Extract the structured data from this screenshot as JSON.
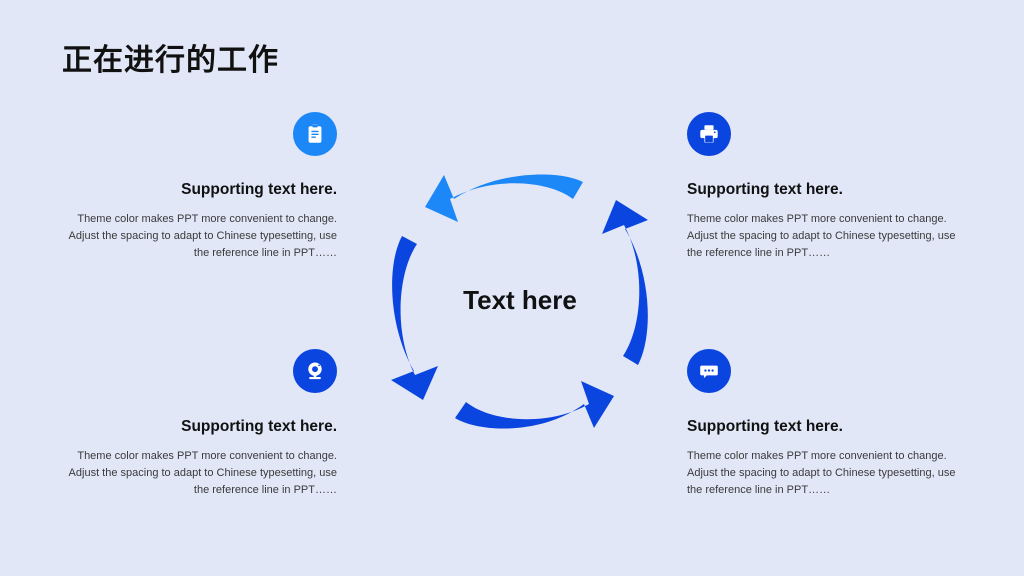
{
  "slide": {
    "title": "正在进行的工作",
    "background_color": "#e2e7f8"
  },
  "center": {
    "label": "Text here",
    "arrow_color_light": "#1c87f7",
    "arrow_color_dark": "#0b45e0",
    "flow": "counter-clockwise"
  },
  "quadrants": [
    {
      "position": "top-left",
      "icon": "clipboard-icon",
      "icon_circle_color": "#1c87f7",
      "heading": "Supporting text here.",
      "body_lines": [
        "Theme color makes PPT more convenient to change.",
        "Adjust the spacing to adapt to Chinese typesetting, use",
        "the reference line in PPT……"
      ]
    },
    {
      "position": "top-right",
      "icon": "printer-icon",
      "icon_circle_color": "#0b45e0",
      "heading": "Supporting text here.",
      "body_lines": [
        "Theme color makes PPT more convenient to change.",
        "Adjust the spacing to adapt to Chinese typesetting, use",
        "the reference line in PPT……"
      ]
    },
    {
      "position": "bottom-left",
      "icon": "webcam-icon",
      "icon_circle_color": "#0b45e0",
      "heading": "Supporting text here.",
      "body_lines": [
        "Theme color makes PPT more convenient to change.",
        "Adjust the spacing to adapt to Chinese typesetting, use",
        "the reference line in PPT……"
      ]
    },
    {
      "position": "bottom-right",
      "icon": "chat-bubble-icon",
      "icon_circle_color": "#0b45e0",
      "heading": "Supporting text here.",
      "body_lines": [
        "Theme color makes PPT more convenient to change.",
        "Adjust the spacing to adapt to Chinese typesetting, use",
        "the reference line in PPT……"
      ]
    }
  ]
}
